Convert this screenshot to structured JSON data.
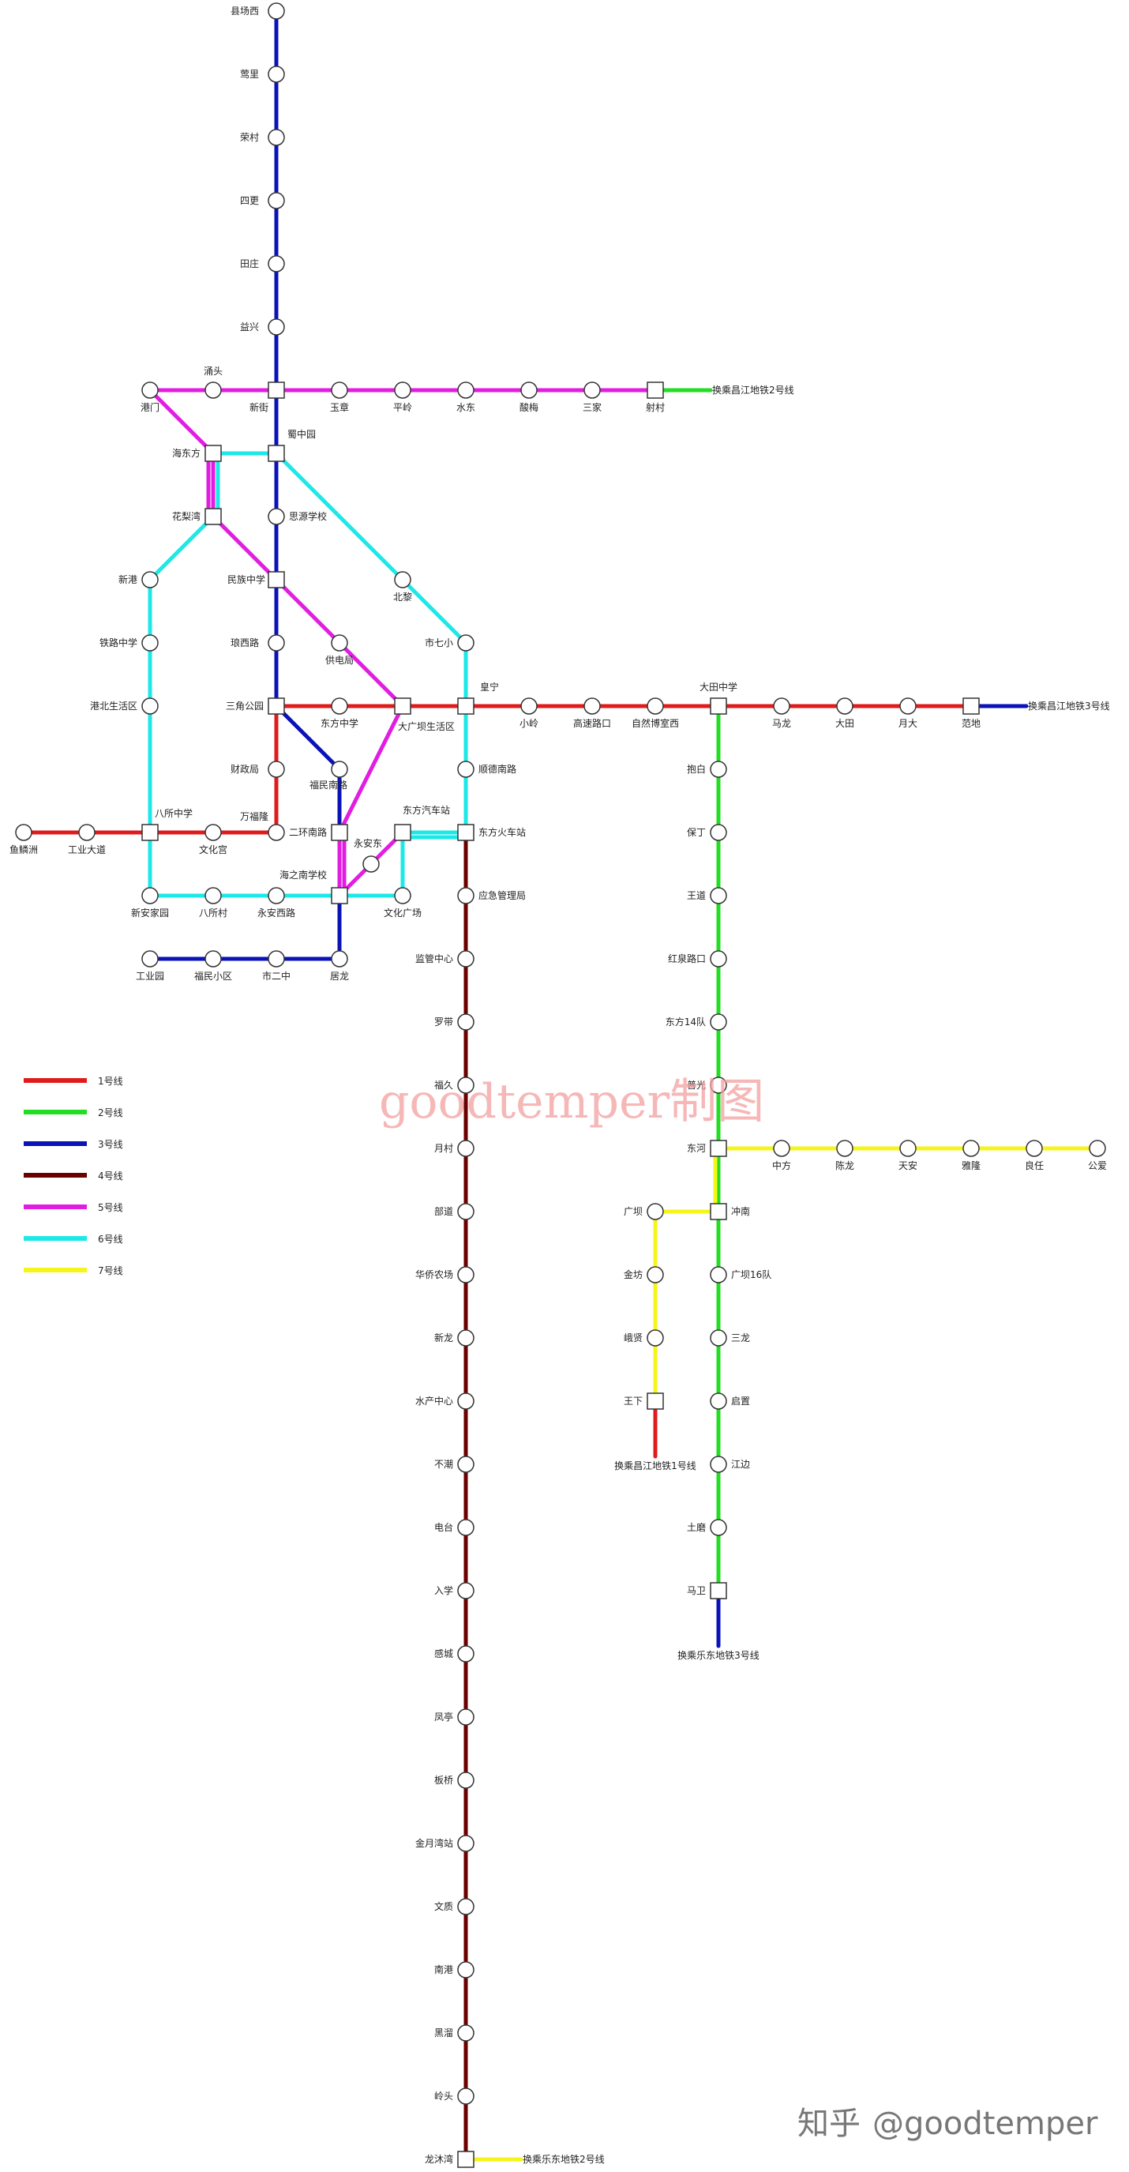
{
  "colors": {
    "line1": "#e01b1b",
    "line2": "#22dd22",
    "line3": "#0a12b8",
    "line4": "#6b0000",
    "line5": "#e21de2",
    "line6": "#1de8e8",
    "line7": "#f5f51a"
  },
  "legend": [
    {
      "label": "1号线",
      "color": "#e01b1b"
    },
    {
      "label": "2号线",
      "color": "#22dd22"
    },
    {
      "label": "3号线",
      "color": "#0a12b8"
    },
    {
      "label": "4号线",
      "color": "#6b0000"
    },
    {
      "label": "5号线",
      "color": "#e21de2"
    },
    {
      "label": "6号线",
      "color": "#1de8e8"
    },
    {
      "label": "7号线",
      "color": "#f5f51a"
    }
  ],
  "stations": {
    "s_jcx": "县场西",
    "s_ly": "莺里",
    "s_dc": "荣村",
    "s_sg": "四更",
    "s_tz": "田庄",
    "s_fx": "益兴",
    "s_xj": "新街",
    "s_js": "蜀中园",
    "s_sx": "思源学校",
    "s_mz": "民族中学",
    "s_lx": "琅西路",
    "s_sj": "三角公园",
    "s_cz": "财政局",
    "s_wf": "万福隆",
    "s_gm": "港门",
    "s_ts": "涌头",
    "s_yz": "玉章",
    "s_pl": "平岭",
    "s_sd": "水东",
    "s_ym": "酸梅",
    "s_sa": "三家",
    "s_fc": "射村",
    "s_t2": "换乘昌江地铁2号线",
    "s_hd": "海东方",
    "s_hl": "花梨湾",
    "s_xg": "新港",
    "s_tl": "铁路中学",
    "s_gb": "港北生活区",
    "s_bj": "北黎",
    "s_gd": "供电局",
    "s_sq": "市七小",
    "s_dfz": "东方中学",
    "s_dg": "大广坝生活区",
    "s_hn": "皇宁",
    "s_xl": "小岭",
    "s_gs": "高速路口",
    "s_zr": "自然博室西",
    "s_dt": "大田中学",
    "s_ml": "马龙",
    "s_dta": "大田",
    "s_yd": "月大",
    "s_fd": "范地",
    "s_t3": "换乘昌江地铁3号线",
    "s_gyy": "鱼鳞洲",
    "s_gydd": "工业大道",
    "s_bs": "八所中学",
    "s_wh": "文化宫",
    "s_fm": "福民南路",
    "s_ehn": "二环南路",
    "s_yad": "永安东",
    "s_dfq": "东方汽车站",
    "s_dfh": "东方火车站",
    "s_hz": "海之南学校",
    "s_xa": "新安家园",
    "s_bsc": "八所村",
    "s_yax": "永安西路",
    "s_whg": "文化广场",
    "s_gyl": "工业园",
    "s_fmx": "福民小区",
    "s_se": "市二中",
    "s_jl": "居龙",
    "s_lh": "顺德南路",
    "s_yj": "应急管理局",
    "s_jg": "监管中心",
    "s_lz": "罗带",
    "s_fj": "福久",
    "s_yc": "月村",
    "s_bd": "部道",
    "s_hq": "华侨农场",
    "s_xlo": "新龙",
    "s_sc": "水产中心",
    "s_bq": "不潮",
    "s_dtai": "电台",
    "s_rx": "入学",
    "s_gc": "感城",
    "s_fl": "凤亭",
    "s_bq2": "板桥",
    "s_jy": "金月湾站",
    "s_wj": "文质",
    "s_nj": "南港",
    "s_hb": "黑溜",
    "s_lt": "岭头",
    "s_lm": "龙沐湾",
    "s_t4": "换乘乐东地铁2号线",
    "s_fb": "抱白",
    "s_bd2": "保丁",
    "s_wd": "王道",
    "s_hq2": "红泉路口",
    "s_df14": "东方14队",
    "s_gg": "普光",
    "s_dh": "东河",
    "s_cn": "冲南",
    "s_gb16": "广坝16队",
    "s_sl": "三龙",
    "s_cz2": "启置",
    "s_jk": "江边",
    "s_ts2": "土磨",
    "s_mj": "马卫",
    "s_t5": "换乘乐东地铁3号线",
    "s_zf": "中方",
    "s_cl": "陈龙",
    "s_ta": "天安",
    "s_yl": "雅隆",
    "s_lr": "良任",
    "s_ga": "公爱",
    "s_gbb": "广坝",
    "s_js2": "金坊",
    "s_ez": "峨贤",
    "s_wx": "王下",
    "s_t6": "换乘昌江地铁1号线"
  },
  "watermark": "goodtemper制图",
  "credit_site": "知乎",
  "credit_user": "@goodtemper"
}
